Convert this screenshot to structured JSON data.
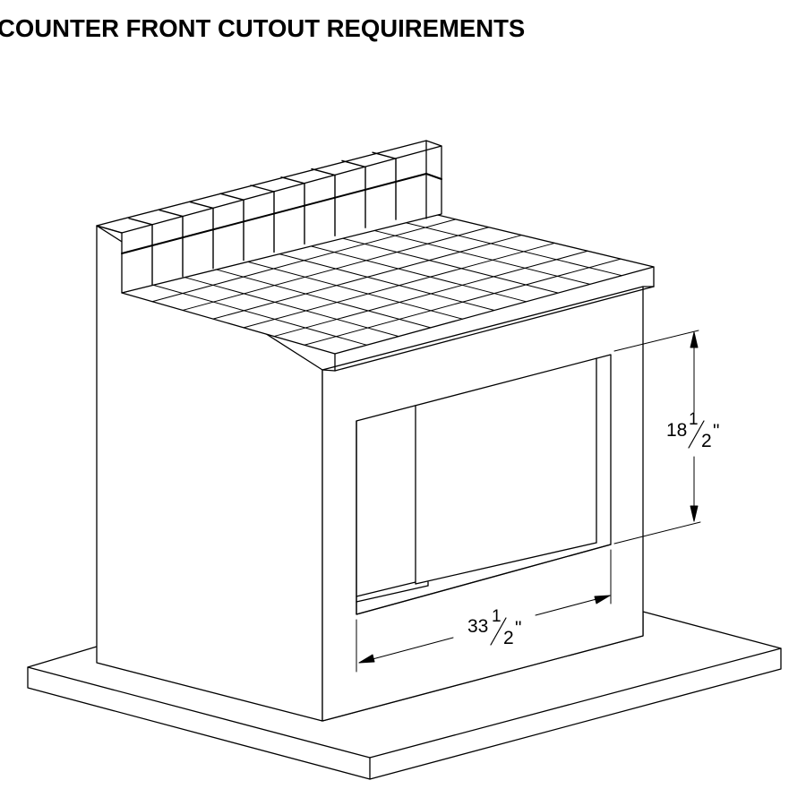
{
  "title": "COUNTER FRONT CUTOUT REQUIREMENTS",
  "height_dimension": {
    "whole": "18",
    "numerator": "1",
    "denominator": "2",
    "unit": "\""
  },
  "width_dimension": {
    "whole": "33",
    "numerator": "1",
    "denominator": "2",
    "unit": "\""
  },
  "colors": {
    "line": "#000000",
    "background": "#ffffff"
  }
}
